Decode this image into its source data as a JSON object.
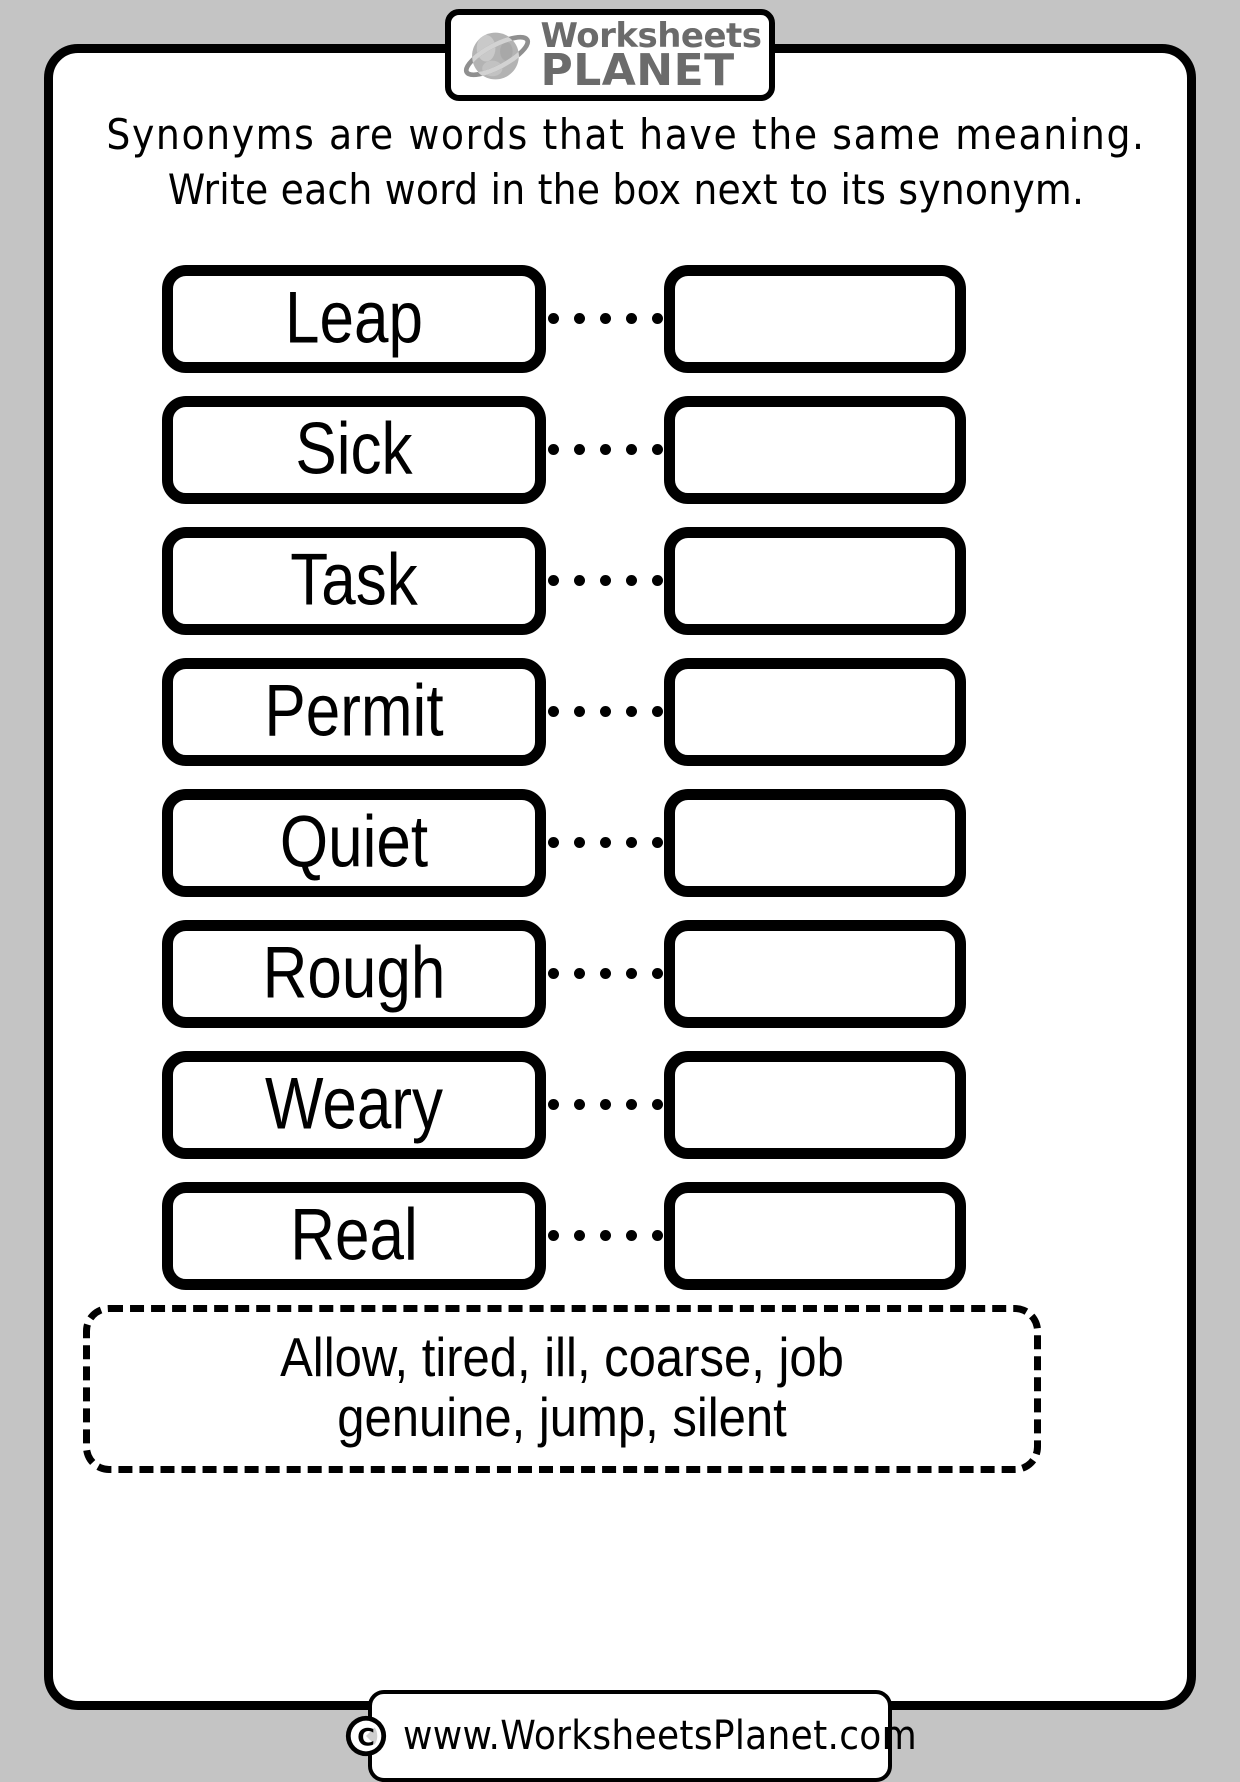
{
  "logo": {
    "icon": "planet-icon",
    "line1": "Worksheets",
    "line2": "PLANET"
  },
  "instructions": {
    "line1": "Synonyms are words that have the same meaning.",
    "line2": "Write each word in the box next to its synonym."
  },
  "exercise": {
    "dots_per_row": 5,
    "rows": [
      {
        "word": "Leap",
        "answer": ""
      },
      {
        "word": "Sick",
        "answer": ""
      },
      {
        "word": "Task",
        "answer": ""
      },
      {
        "word": "Permit",
        "answer": ""
      },
      {
        "word": "Quiet",
        "answer": ""
      },
      {
        "word": "Rough",
        "answer": ""
      },
      {
        "word": "Weary",
        "answer": ""
      },
      {
        "word": "Real",
        "answer": ""
      }
    ]
  },
  "word_bank": {
    "line1": "Allow, tired, ill, coarse, job",
    "line2": "genuine, jump, silent"
  },
  "footer": {
    "icon": "copyright-icon",
    "url": "www.WorksheetsPlanet.com"
  },
  "colors": {
    "background": "#c4c4c4",
    "paper": "#ffffff",
    "ink": "#000000",
    "logo_gray": "#6b6b6b"
  }
}
